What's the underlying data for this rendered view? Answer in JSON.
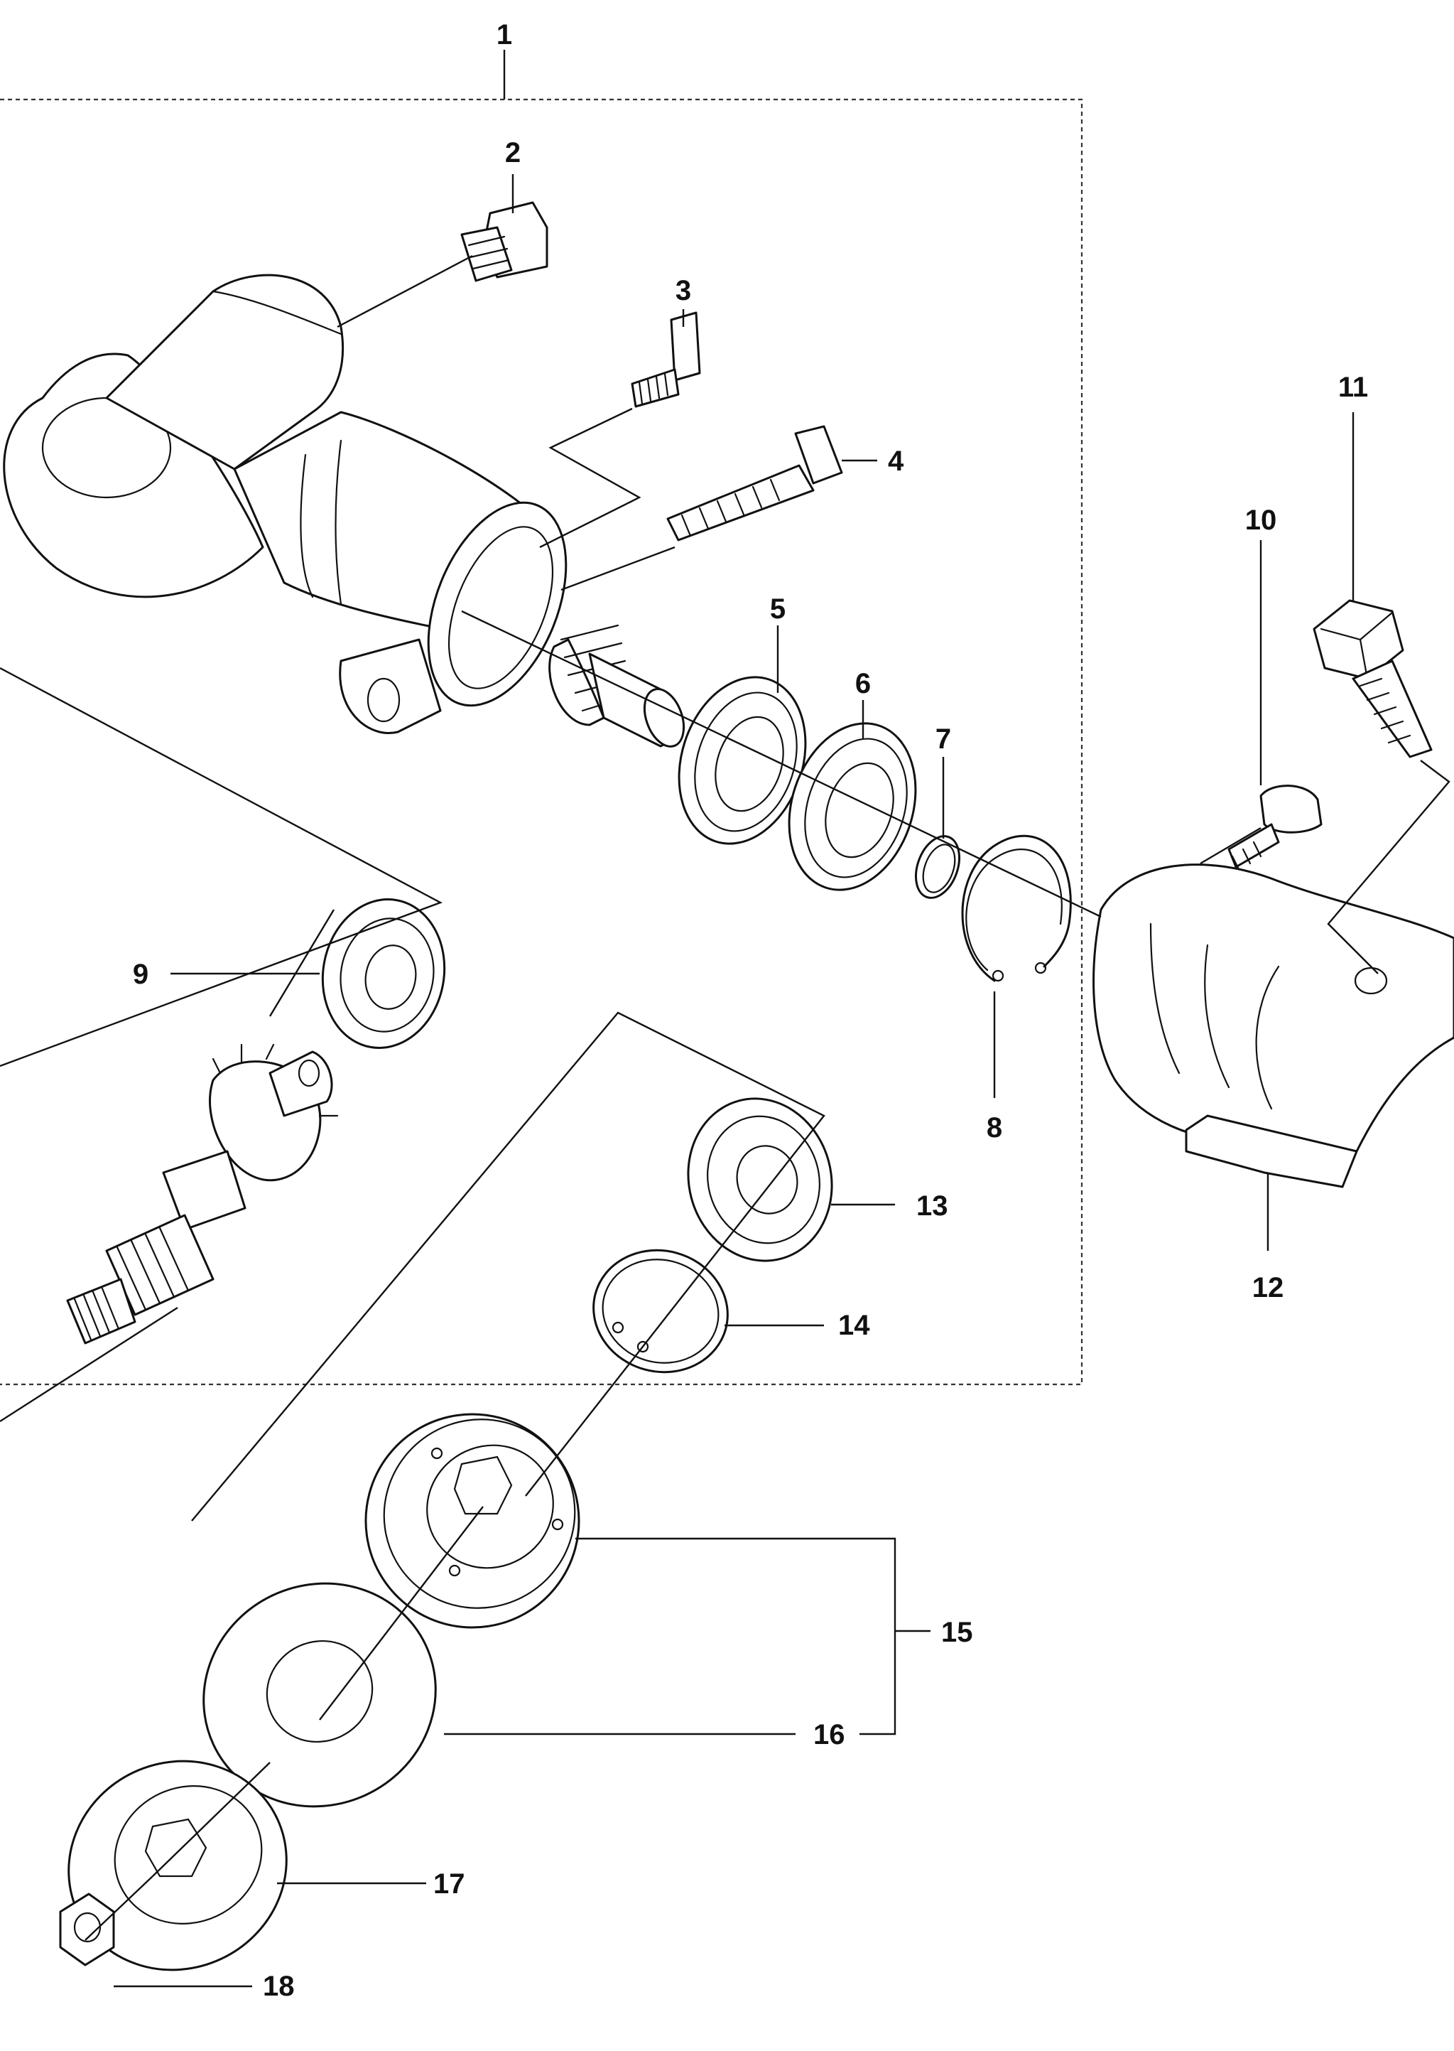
{
  "callouts": {
    "c1": "1",
    "c2": "2",
    "c3": "3",
    "c4": "4",
    "c5": "5",
    "c6": "6",
    "c7": "7",
    "c8": "8",
    "c9": "9",
    "c10": "10",
    "c11": "11",
    "c12": "12",
    "c13": "13",
    "c14": "14",
    "c15": "15",
    "c16": "16",
    "c17": "17",
    "c18": "18"
  },
  "colors": {
    "ink": "#111111",
    "background": "#ffffff"
  }
}
